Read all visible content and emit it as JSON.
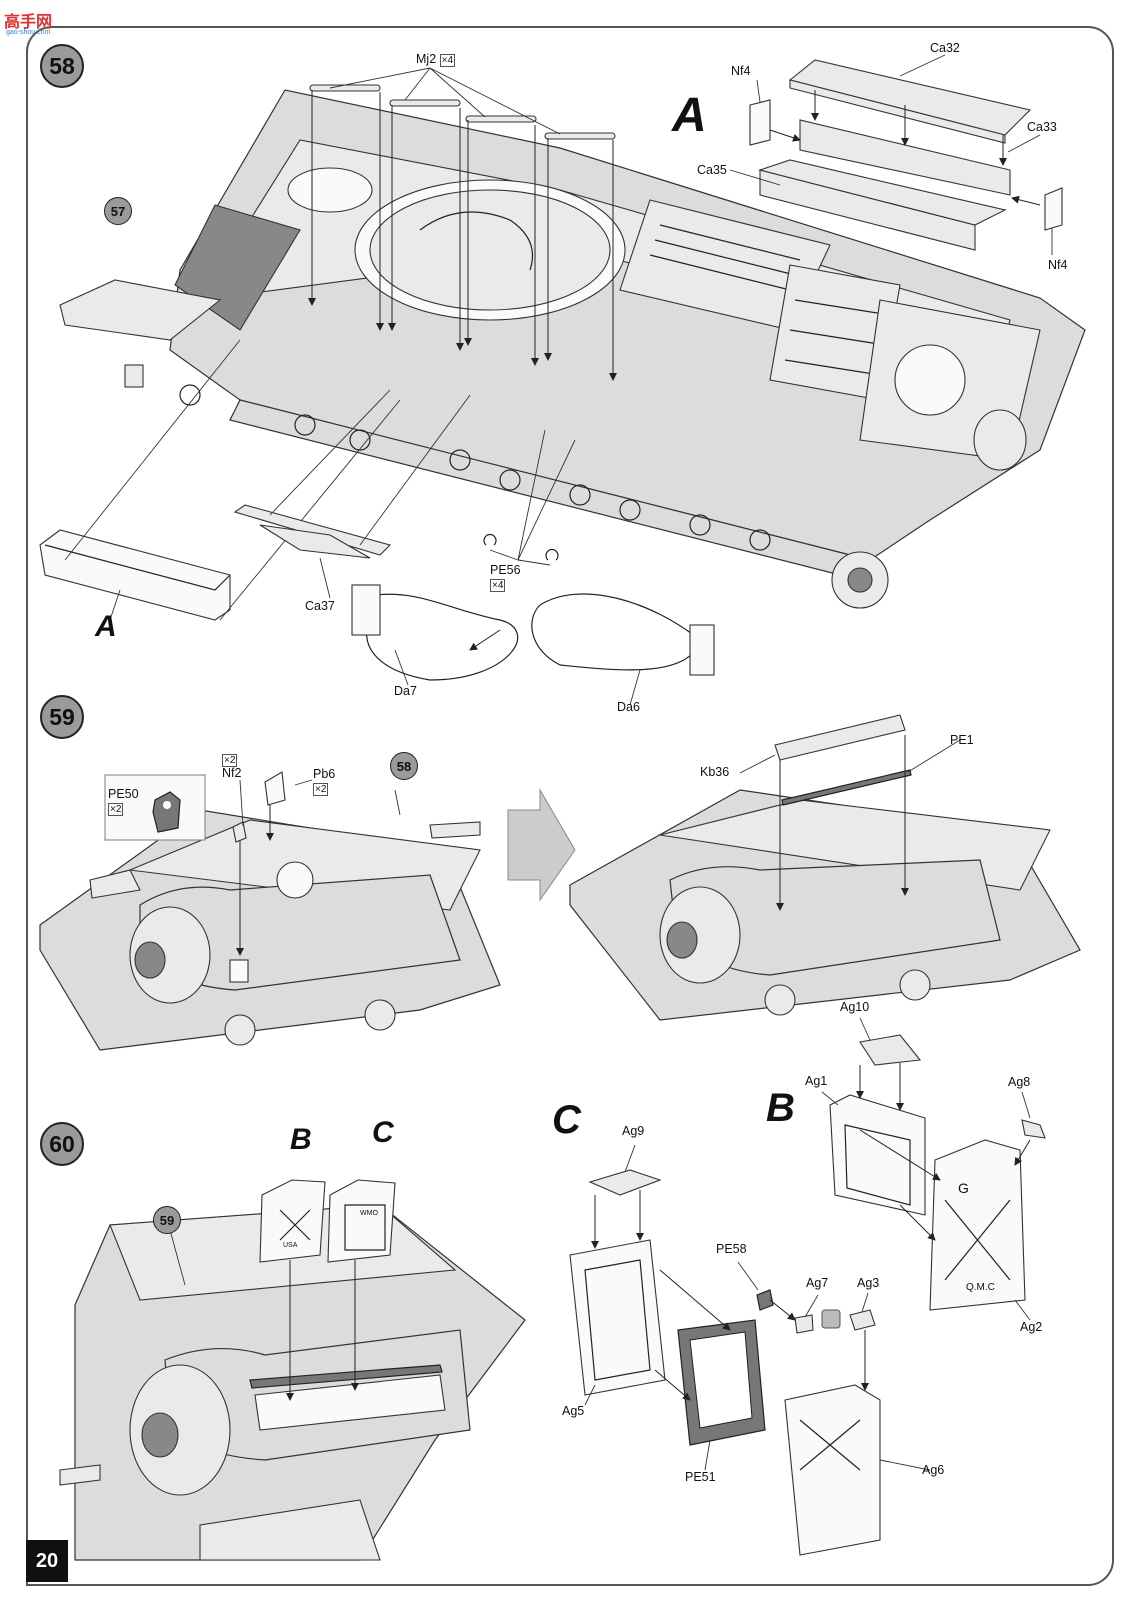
{
  "watermark": {
    "text": "高手网",
    "subtext": "gao-shou.com"
  },
  "page_number": "20",
  "steps": {
    "s58": {
      "number": "58",
      "ref_step": "57",
      "callout": "A",
      "parts": {
        "mj2": "Mj2",
        "mj2_qty": "×4",
        "nf4_left": "Nf4",
        "ca32": "Ca32",
        "ca33": "Ca33",
        "ca35": "Ca35",
        "nf4_right": "Nf4",
        "ca37": "Ca37",
        "pe56": "PE56",
        "pe56_qty": "×4",
        "da7": "Da7",
        "da6": "Da6"
      },
      "subassembly_label": "A"
    },
    "s59": {
      "number": "59",
      "ref_step": "58",
      "parts": {
        "pe50": "PE50",
        "pe50_qty": "×2",
        "nf2": "Nf2",
        "nf2_qty": "×2",
        "pb6": "Pb6",
        "pb6_qty": "×2",
        "kb36": "Kb36",
        "pe1": "PE1"
      }
    },
    "s60": {
      "number": "60",
      "ref_step": "59",
      "callout_b": "B",
      "callout_c": "C",
      "parts": {
        "ag9": "Ag9",
        "pe58": "PE58",
        "ag7": "Ag7",
        "ag3": "Ag3",
        "ag5": "Ag5",
        "pe51": "PE51",
        "ag6": "Ag6",
        "ag10": "Ag10",
        "ag1": "Ag1",
        "ag8": "Ag8",
        "ag2": "Ag2"
      },
      "can_text": {
        "usa": "USA",
        "wmo": "WMO",
        "g": "G",
        "qmc": "Q.M.C"
      }
    }
  }
}
